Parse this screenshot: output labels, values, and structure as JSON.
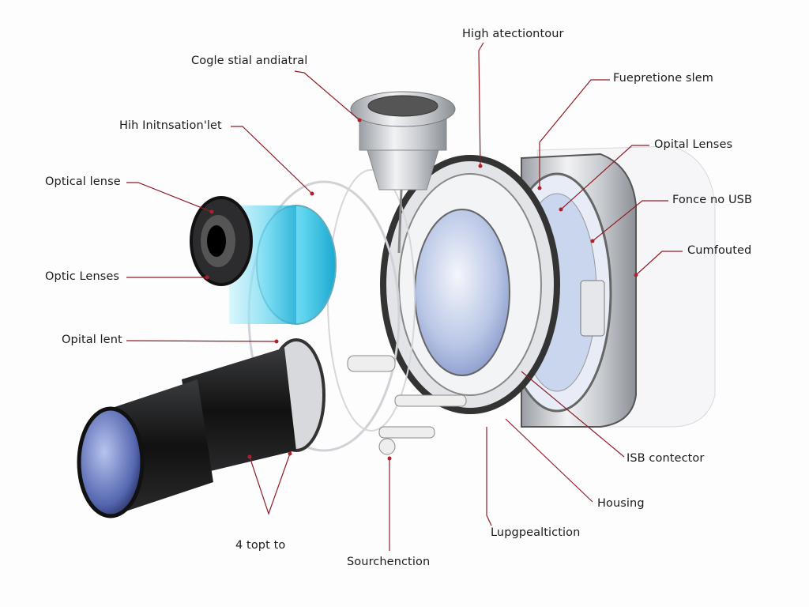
{
  "diagram": {
    "accent_color": "#b0202a",
    "labels": [
      "High atectiontour",
      "Cogle stial andiatral",
      "Fuepretione slem",
      "Hih Initnsation'let",
      "Opital Lenses",
      "Optical lense",
      "Fonce no USB",
      "Cumfouted",
      "Optic Lenses",
      "Opital lent",
      "ISB contector",
      "Housing",
      "Lupgpealtiction",
      "4 topt to",
      "Sourchenction"
    ]
  }
}
